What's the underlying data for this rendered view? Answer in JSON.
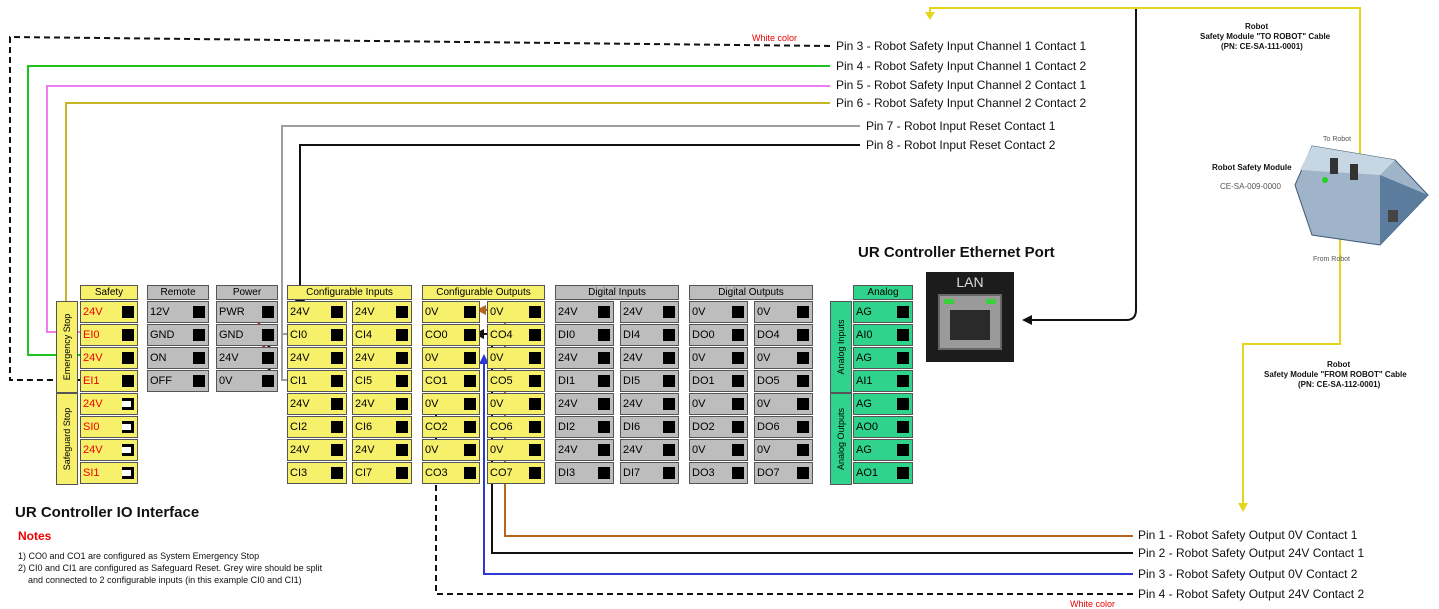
{
  "titles": {
    "io_interface": "UR Controller IO Interface",
    "ethernet_port": "UR Controller Ethernet Port",
    "lan": "LAN"
  },
  "notes": {
    "heading": "Notes",
    "items": [
      "1) CO0 and CO1 are configured as System Emergency Stop",
      "2) CI0 and CI1 are configured as Safeguard Reset. Grey wire should be split",
      "and connected to 2 configurable inputs (in this example CI0 and CI1)"
    ]
  },
  "white_color_labels": [
    "White color",
    "White color"
  ],
  "top_pins": [
    "Pin 3 - Robot Safety Input Channel 1 Contact 1",
    "Pin 4 - Robot Safety Input Channel 1 Contact 2",
    "Pin 5 - Robot Safety Input Channel 2 Contact 1",
    "Pin 6 - Robot Safety Input Channel 2 Contact 2",
    "Pin 7 - Robot Input Reset Contact 1",
    "Pin 8 - Robot Input Reset Contact 2"
  ],
  "bottom_pins": [
    "Pin 1 - Robot Safety Output 0V Contact 1",
    "Pin 2 - Robot Safety Output 24V Contact 1",
    "Pin 3 - Robot Safety Output 0V Contact 2",
    "Pin 4 - Robot Safety Output 24V Contact 2"
  ],
  "module": {
    "to_cable_title": "Robot",
    "to_cable_name": "Safety Module \"TO ROBOT\" Cable",
    "to_cable_pn": "(PN: CE-SA-111-0001)",
    "from_cable_title": "Robot",
    "from_cable_name": "Safety Module \"FROM ROBOT\" Cable",
    "from_cable_pn": "(PN: CE-SA-112-0001)",
    "name": "Robot Safety Module",
    "pn": "CE-SA-009-0000",
    "to_robot": "To Robot",
    "from_robot": "From Robot"
  },
  "blocks": {
    "safety": {
      "header": "Safety",
      "group_labels": [
        "Emergency Stop",
        "Safeguard Stop"
      ],
      "terminals": [
        "24V",
        "EI0",
        "24V",
        "EI1",
        "24V",
        "SI0",
        "24V",
        "SI1"
      ]
    },
    "remote": {
      "header": "Remote",
      "terminals": [
        "12V",
        "GND",
        "ON",
        "OFF"
      ]
    },
    "power": {
      "header": "Power",
      "terminals": [
        "PWR",
        "GND",
        "24V",
        "0V"
      ]
    },
    "conf_inputs": {
      "header": "Configurable Inputs",
      "col1": [
        "24V",
        "CI0",
        "24V",
        "CI1",
        "24V",
        "CI2",
        "24V",
        "CI3"
      ],
      "col2": [
        "24V",
        "CI4",
        "24V",
        "CI5",
        "24V",
        "CI6",
        "24V",
        "CI7"
      ]
    },
    "conf_outputs": {
      "header": "Configurable Outputs",
      "col1": [
        "0V",
        "CO0",
        "0V",
        "CO1",
        "0V",
        "CO2",
        "0V",
        "CO3"
      ],
      "col2": [
        "0V",
        "CO4",
        "0V",
        "CO5",
        "0V",
        "CO6",
        "0V",
        "CO7"
      ]
    },
    "digital_inputs": {
      "header": "Digital Inputs",
      "col1": [
        "24V",
        "DI0",
        "24V",
        "DI1",
        "24V",
        "DI2",
        "24V",
        "DI3"
      ],
      "col2": [
        "24V",
        "DI4",
        "24V",
        "DI5",
        "24V",
        "DI6",
        "24V",
        "DI7"
      ]
    },
    "digital_outputs": {
      "header": "Digital Outputs",
      "col1": [
        "0V",
        "DO0",
        "0V",
        "DO1",
        "0V",
        "DO2",
        "0V",
        "DO3"
      ],
      "col2": [
        "0V",
        "DO4",
        "0V",
        "DO5",
        "0V",
        "DO6",
        "0V",
        "DO7"
      ]
    },
    "analog": {
      "header": "Analog",
      "group_labels": [
        "Analog Inputs",
        "Analog Outputs"
      ],
      "terminals": [
        "AG",
        "AI0",
        "AG",
        "AI1",
        "AG",
        "AO0",
        "AG",
        "AO1"
      ]
    }
  },
  "colors": {
    "yellow": "#f6f06a",
    "grey": "#bdbdbd",
    "green": "#2fd38c",
    "wire_green": "#1fc41f",
    "wire_pink": "#ee7cee",
    "wire_olive": "#c7b62a",
    "wire_grey": "#9e9e9e",
    "wire_blue": "#2c37d6",
    "wire_brown": "#b5651d",
    "wire_red": "#e01010",
    "wire_yellow": "#e4d61a"
  }
}
